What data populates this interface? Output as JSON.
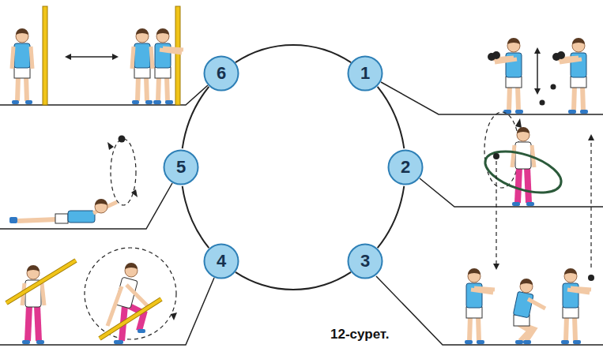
{
  "diagram": {
    "caption": "12-сурет.",
    "nodes": [
      {
        "text": [
          "6"
        ]
      },
      {
        "text": [
          "1"
        ]
      },
      {
        "text": [
          "5"
        ]
      },
      {
        "text": [
          "2"
        ]
      },
      {
        "text": [
          "4"
        ]
      },
      {
        "text": [
          "3"
        ]
      }
    ],
    "edges": [
      {
        "from": 1,
        "to": 3,
        "arrow": "none"
      },
      {
        "from": 3,
        "to": 5,
        "arrow": "none"
      },
      {
        "from": 5,
        "to": 4,
        "arrow": "none"
      },
      {
        "from": 4,
        "to": 2,
        "arrow": "none"
      },
      {
        "from": 2,
        "to": 0,
        "arrow": "none"
      },
      {
        "from": 0,
        "to": 1,
        "arrow": "none"
      }
    ]
  }
}
